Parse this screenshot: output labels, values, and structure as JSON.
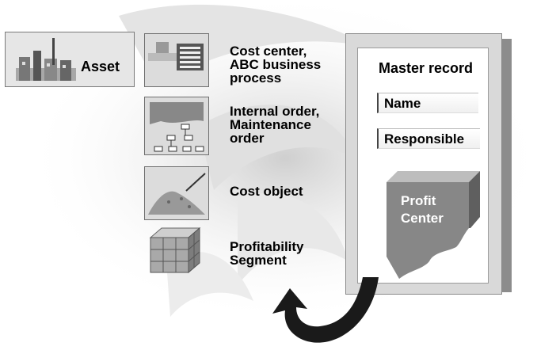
{
  "asset": {
    "label": "Asset",
    "icon": "factory-icon"
  },
  "cost_objects": [
    {
      "label": "Cost center,\nABC business\nprocess",
      "icon": "cost-center-icon"
    },
    {
      "label": "Internal order,\nMaintenance\norder",
      "icon": "order-hierarchy-icon"
    },
    {
      "label": "Cost object",
      "icon": "material-pile-icon"
    },
    {
      "label": "Profitability\nSegment",
      "icon": "cube-grid-icon"
    }
  ],
  "master_record": {
    "title": "Master record",
    "fields": [
      "Name",
      "Responsible"
    ],
    "profit_center_label": "Profit\nCenter"
  },
  "colors": {
    "accent_gray": "#7f7f7f",
    "dark_arrow": "#1a1a1a"
  }
}
